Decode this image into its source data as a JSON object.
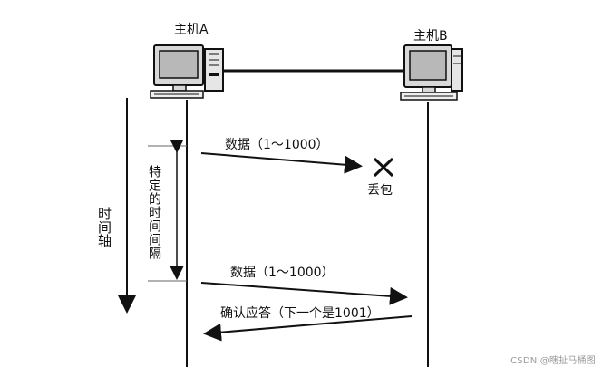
{
  "host_a": {
    "label": "主机A"
  },
  "host_b": {
    "label": "主机B"
  },
  "time_axis": {
    "label": "时间轴"
  },
  "interval": {
    "label": "特定的时间间隔"
  },
  "messages": {
    "first_data": "数据（1～1000）",
    "lost": "丢包",
    "second_data": "数据（1～1000）",
    "ack": "确认应答（下一个是1001）"
  },
  "watermark": "CSDN @瞎扯马桶图",
  "colors": {
    "ink": "#111111",
    "screen": "#b8b8b8",
    "body": "#e6e6e6"
  }
}
